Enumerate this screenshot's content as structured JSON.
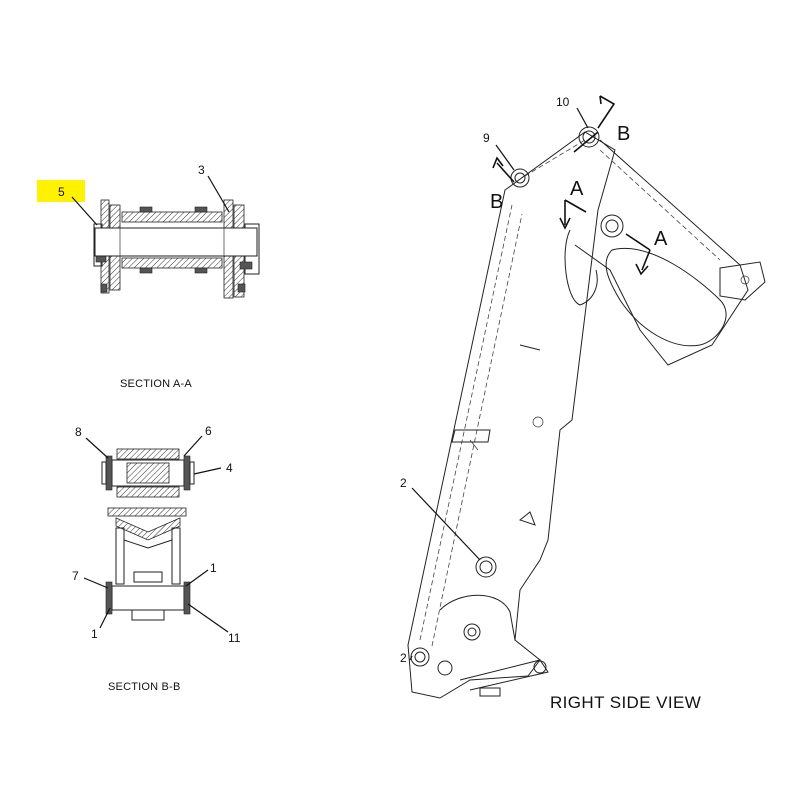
{
  "labels": {
    "section_aa": "SECTION A-A",
    "section_bb": "SECTION B-B",
    "right_side_view": "RIGHT SIDE VIEW"
  },
  "callouts_aa": {
    "c5": "5",
    "c3": "3"
  },
  "callouts_bb": {
    "c8": "8",
    "c6": "6",
    "c4": "4",
    "c7": "7",
    "c1_right": "1",
    "c1_left": "1",
    "c11": "11"
  },
  "callouts_side": {
    "c10": "10",
    "c9": "9",
    "c2_top": "2",
    "c2_bottom": "2"
  },
  "section_markers": {
    "b_top": "B",
    "b_left": "B",
    "a_upper": "A",
    "a_lower": "A"
  },
  "colors": {
    "highlight": "#fff200",
    "line": "#222222"
  }
}
